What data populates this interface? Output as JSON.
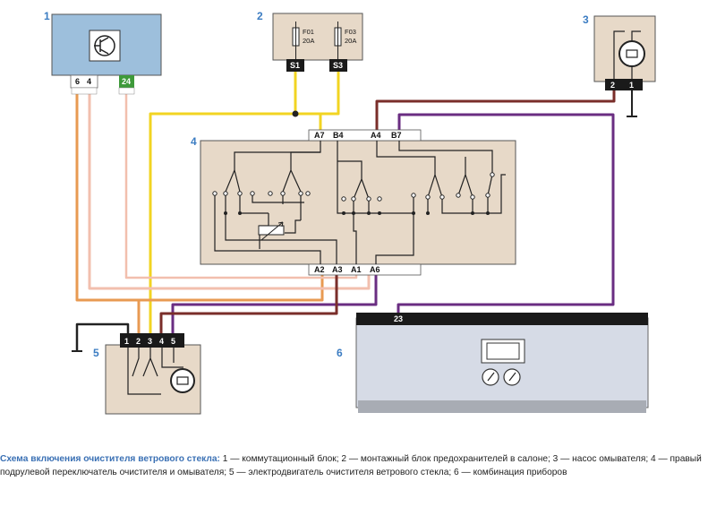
{
  "components": [
    {
      "num": "1",
      "connector_pins": [
        "6",
        "4"
      ],
      "extra_pin": "24"
    },
    {
      "num": "2",
      "fuses": [
        {
          "name": "F01",
          "rating": "20A",
          "pin": "S1"
        },
        {
          "name": "F03",
          "rating": "20A",
          "pin": "S3"
        }
      ]
    },
    {
      "num": "3",
      "connector_pins": [
        "2",
        "1"
      ]
    },
    {
      "num": "4",
      "top_pins": [
        "A7",
        "B4",
        "A4",
        "B7"
      ],
      "bottom_pins": [
        "A2",
        "A3",
        "A1",
        "A6"
      ]
    },
    {
      "num": "5",
      "connector_pins": [
        "1",
        "2",
        "3",
        "4",
        "5"
      ]
    },
    {
      "num": "6",
      "connector_pin": "23"
    }
  ],
  "wire_colors": {
    "yellow": "#f2d422",
    "orange": "#e89a52",
    "pink": "#f2bfae",
    "violet": "#6a2d82",
    "brown": "#7a2e2a",
    "black": "#222222",
    "green_tag": "#3e9a3a",
    "block_fill": "#e7d9c8",
    "blue_fill": "#9dbfdc",
    "panel_fill": "#d6dbe6"
  },
  "caption": {
    "title": "Схема включения очистителя ветрового стекла:",
    "text": " 1 — коммутационный блок; 2 — монтажный блок предохранителей в салоне; 3 — насос омывателя; 4 — правый подрулевой переключатель очистителя и омывателя; 5 — электродвигатель очистителя ветрового стекла; 6 — комбинация приборов"
  }
}
